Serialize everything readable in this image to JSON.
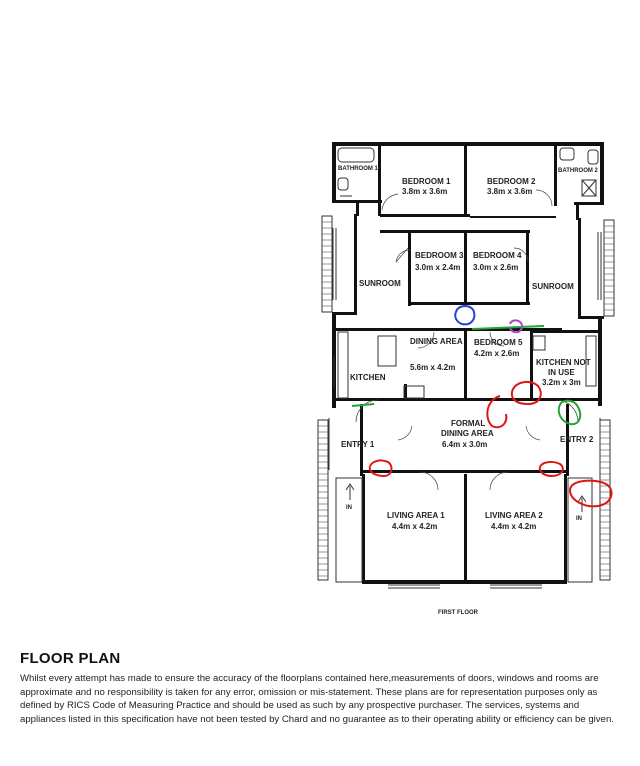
{
  "floor_plan": {
    "rooms": [
      {
        "id": "bathroom1",
        "name": "BATHROOM 1",
        "dims": ""
      },
      {
        "id": "bedroom1",
        "name": "BEDROOM 1",
        "dims": "3.8m x 3.6m"
      },
      {
        "id": "bedroom2",
        "name": "BEDROOM 2",
        "dims": "3.8m x 3.6m"
      },
      {
        "id": "bathroom2",
        "name": "BATHROOM 2",
        "dims": ""
      },
      {
        "id": "bedroom3",
        "name": "BEDROOM 3",
        "dims": "3.0m x 2.4m"
      },
      {
        "id": "bedroom4",
        "name": "BEDROOM 4",
        "dims": "3.0m x 2.6m"
      },
      {
        "id": "sunroom_left",
        "name": "SUNROOM",
        "dims": ""
      },
      {
        "id": "sunroom_right",
        "name": "SUNROOM",
        "dims": ""
      },
      {
        "id": "bedroom5",
        "name": "BEDROOM 5",
        "dims": "4.2m x 2.6m"
      },
      {
        "id": "dining",
        "name": "DINING AREA",
        "dims": "5.6m x 4.2m"
      },
      {
        "id": "kitchen",
        "name": "KITCHEN",
        "dims": ""
      },
      {
        "id": "kitchen_not_in_use",
        "name_line1": "KITCHEN NOT",
        "name_line2": "IN USE",
        "dims": "3.2m x 3m"
      },
      {
        "id": "formal_dining",
        "name_line1": "FORMAL",
        "name_line2": "DINING AREA",
        "dims": "6.4m x 3.0m"
      },
      {
        "id": "entry1",
        "name": "ENTRY 1",
        "dims": ""
      },
      {
        "id": "entry2",
        "name": "ENTRY 2",
        "dims": ""
      },
      {
        "id": "living1",
        "name": "LIVING AREA 1",
        "dims": "4.4m x 4.2m"
      },
      {
        "id": "living2",
        "name": "LIVING AREA 2",
        "dims": "4.4m x 4.2m"
      }
    ],
    "stair_labels": {
      "left": "IN",
      "right": "IN"
    },
    "floor_label": "FIRST FLOOR",
    "annotation_colors": {
      "blue": "#2b3fd6",
      "green": "#22a532",
      "purple": "#b044c4",
      "red": "#e01616"
    }
  },
  "info": {
    "title": "FLOOR PLAN",
    "disclaimer": "Whilst every attempt has made to ensure the accuracy of the floorplans contained here,measurements of doors, windows and rooms are approximate and no responsibility is taken for any error, omission or mis-statement. These plans are for representation purposes only as defined by RICS Code of Measuring Practice and should be used as such by any prospective purchaser. The services, systems and appliances listed in this specification have not been tested by Chard and no guarantee as to their operating ability or efficiency can be given."
  }
}
